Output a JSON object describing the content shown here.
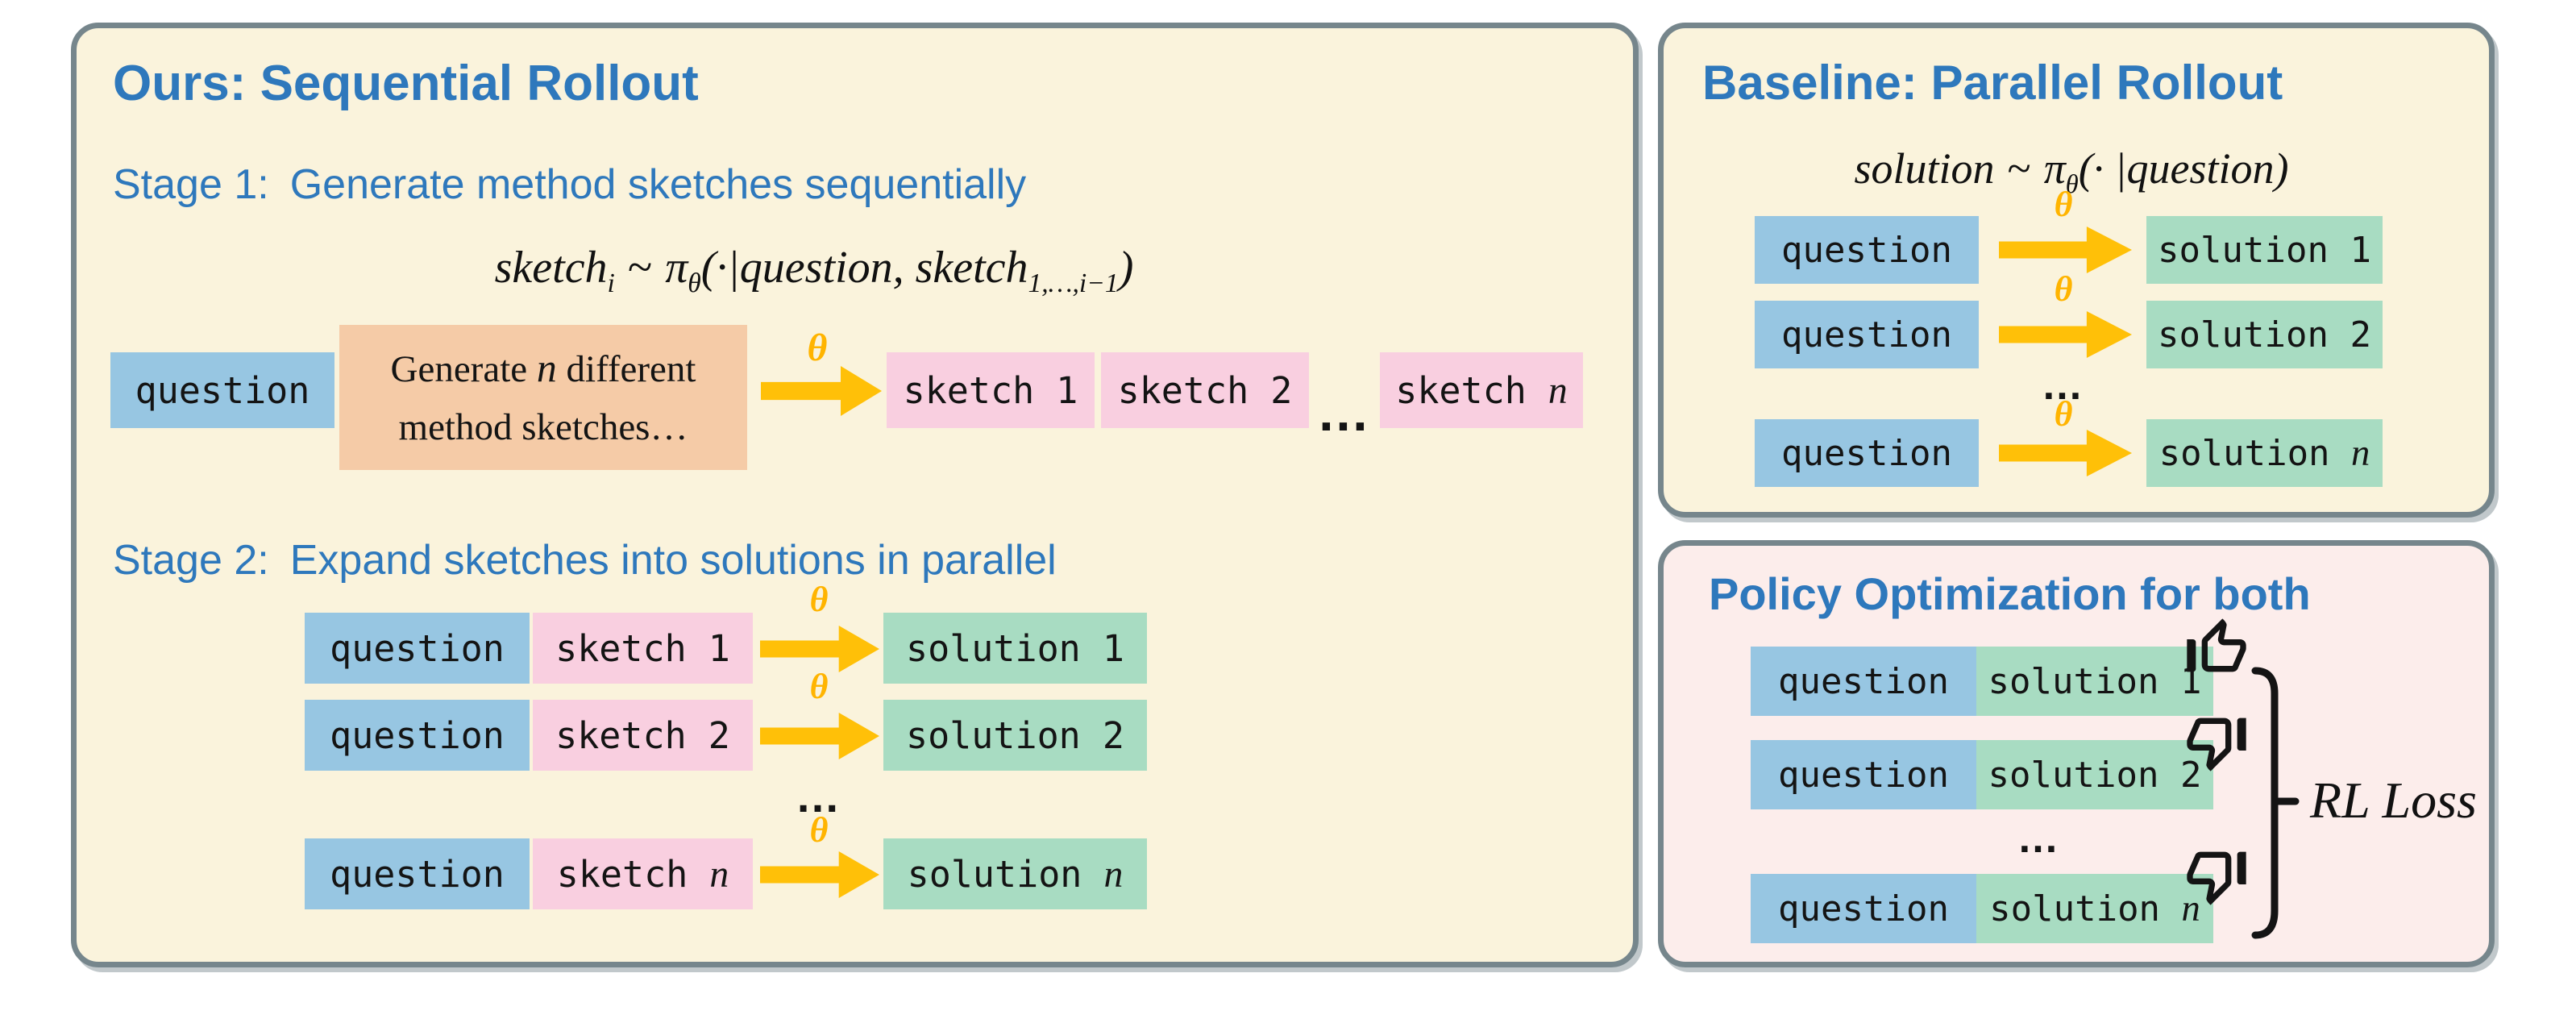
{
  "colors": {
    "accent_blue": "#2E78BC",
    "box_blue": "#97C6E2",
    "box_pink": "#F9CFE0",
    "box_green": "#A8DCC2",
    "box_peach": "#F5CBA7",
    "arrow_gold": "#FFC008",
    "panel_cream": "#FAF3DC",
    "panel_pink": "#FCEDEB",
    "panel_border": "#76868C"
  },
  "left": {
    "title": "Ours: Sequential Rollout",
    "stage1": {
      "label": "Stage 1:",
      "heading": "Generate method sketches sequentially",
      "formula": {
        "a": "sketch",
        "b": "i",
        "c": "~",
        "d": "π",
        "e": "θ",
        "f": "(·|",
        "g": "question",
        "h": ", ",
        "i2": "sketch",
        "j": "1,…,i−1",
        "k": ")"
      },
      "question": "question",
      "prompt_a": "Generate ",
      "prompt_var": "n",
      "prompt_b": " different",
      "prompt_line2": "method sketches…",
      "theta": "θ",
      "sketch1": "sketch 1",
      "sketch2": "sketch 2",
      "dots": "…",
      "sketchn_prefix": "sketch ",
      "sketchn_var": "n"
    },
    "stage2": {
      "label": "Stage 2:",
      "heading": "Expand sketches into solutions in parallel",
      "theta": "θ",
      "dots": "…",
      "rows": [
        {
          "q": "question",
          "s": "sketch 1",
          "sol": "solution 1"
        },
        {
          "q": "question",
          "s": "sketch 2",
          "sol": "solution 2"
        },
        {
          "q": "question",
          "s_prefix": "sketch ",
          "s_var": "n",
          "sol_prefix": "solution ",
          "sol_var": "n"
        }
      ]
    }
  },
  "baseline": {
    "title": "Baseline: Parallel Rollout",
    "formula": {
      "a": "solution",
      "c": "~",
      "d": "π",
      "e": "θ",
      "f": "(· |",
      "g": "question",
      "k": ")"
    },
    "theta": "θ",
    "dots": "…",
    "rows": [
      {
        "q": "question",
        "sol": "solution 1"
      },
      {
        "q": "question",
        "sol": "solution 2"
      },
      {
        "q": "question",
        "sol_prefix": "solution ",
        "sol_var": "n"
      }
    ]
  },
  "policy": {
    "title": "Policy Optimization for both",
    "dots": "…",
    "rl_loss": "RL Loss",
    "rows": [
      {
        "q": "question",
        "sol": "solution 1",
        "vote": "up"
      },
      {
        "q": "question",
        "sol": "solution 2",
        "vote": "down"
      },
      {
        "q": "question",
        "sol_prefix": "solution ",
        "sol_var": "n",
        "vote": "down"
      }
    ]
  }
}
